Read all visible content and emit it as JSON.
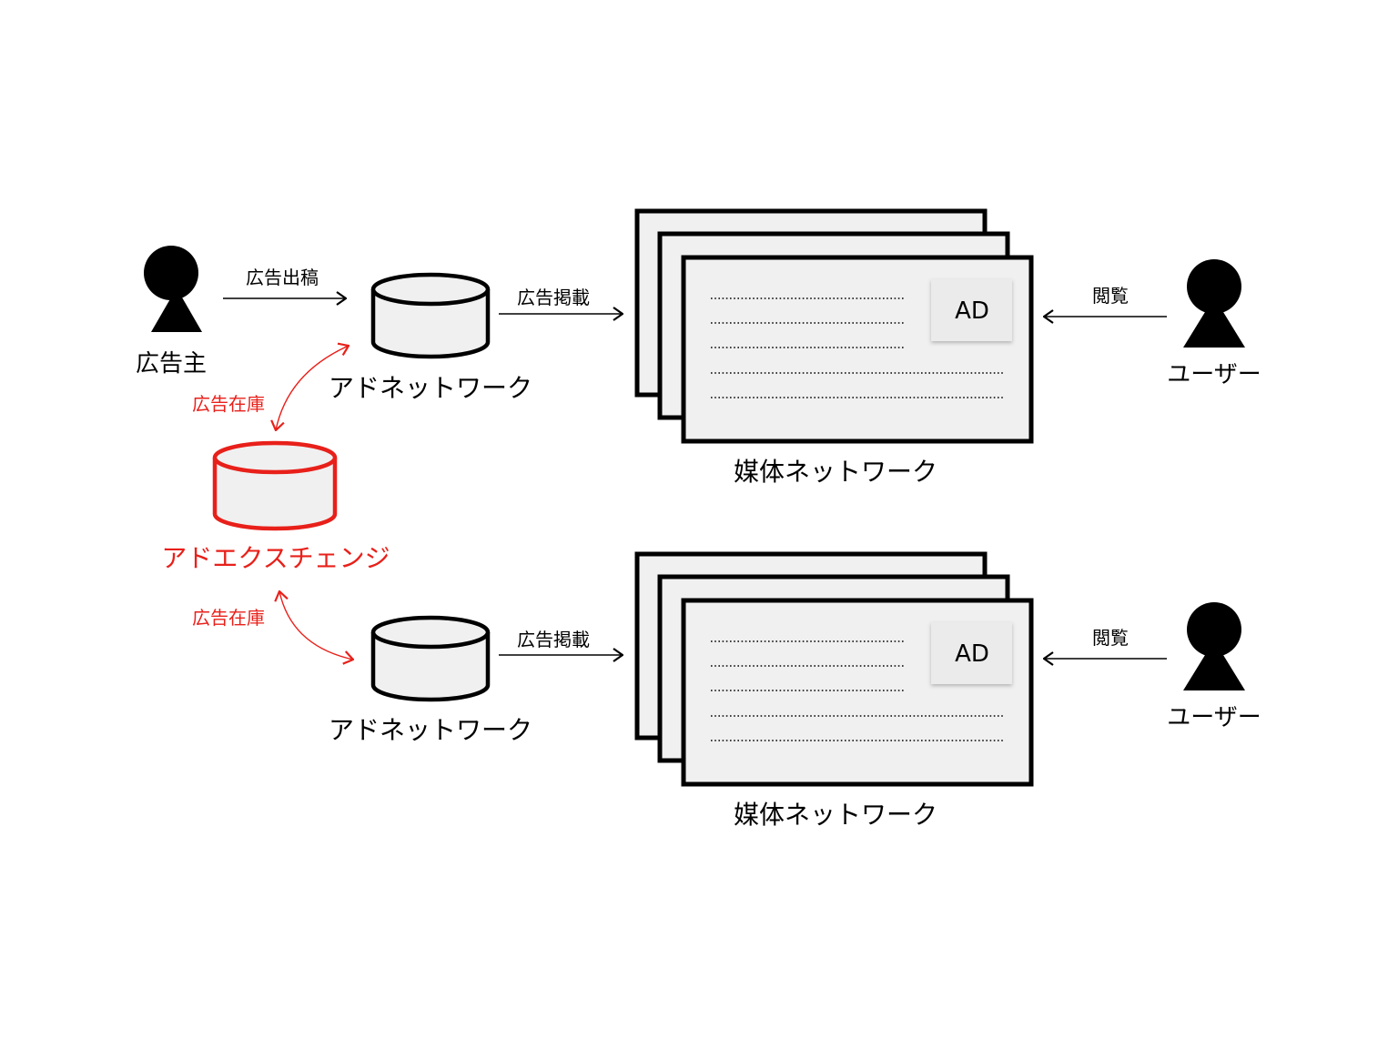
{
  "colors": {
    "black": "#000000",
    "red": "#e8201a",
    "fill_gray": "#f0f0f0",
    "ad_box_fill": "#ebebeb"
  },
  "advertiser": {
    "label": "広告主",
    "icon": "person-icon"
  },
  "edges": {
    "placement": "広告出稿",
    "publish_top": "広告掲載",
    "publish_bottom": "広告掲載",
    "view_top": "閲覧",
    "view_bottom": "閲覧",
    "inventory_top": "広告在庫",
    "inventory_bottom": "広告在庫"
  },
  "ad_network_top": {
    "label": "アドネットワーク",
    "icon": "database-cylinder-icon"
  },
  "ad_network_bottom": {
    "label": "アドネットワーク",
    "icon": "database-cylinder-icon"
  },
  "ad_exchange": {
    "label": "アドエクスチェンジ",
    "icon": "database-cylinder-icon"
  },
  "media_network_top": {
    "label": "媒体ネットワーク",
    "ad_label": "AD"
  },
  "media_network_bottom": {
    "label": "媒体ネットワーク",
    "ad_label": "AD"
  },
  "user_top": {
    "label": "ユーザー",
    "icon": "person-icon"
  },
  "user_bottom": {
    "label": "ユーザー",
    "icon": "person-icon"
  }
}
